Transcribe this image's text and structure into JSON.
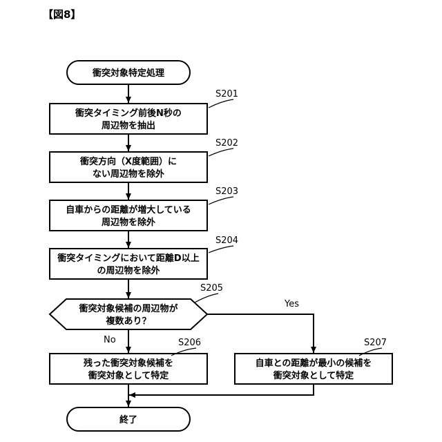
{
  "figure_label": "【図8】",
  "nodes": {
    "start": "衝突対象特定処理",
    "s201": [
      "衝突タイミング前後N秒の",
      "周辺物を抽出"
    ],
    "s202": [
      "衝突方向（X度範囲）に",
      "ない周辺物を除外"
    ],
    "s203": [
      "自車からの距離が増大している",
      "周辺物を除外"
    ],
    "s204": [
      "衝突タイミングにおいて距離D以上",
      "の周辺物を除外"
    ],
    "s205": [
      "衝突対象候補の周辺物が",
      "複数あり？"
    ],
    "s206": [
      "残った衝突対象候補を",
      "衝突対象として特定"
    ],
    "s207": [
      "自車との距離が最小の候補を",
      "衝突対象として特定"
    ],
    "end": "終了"
  },
  "step_labels": {
    "s201": "S201",
    "s202": "S202",
    "s203": "S203",
    "s204": "S204",
    "s205": "S205",
    "s206": "S206",
    "s207": "S207"
  },
  "branches": {
    "yes": "Yes",
    "no": "No"
  }
}
